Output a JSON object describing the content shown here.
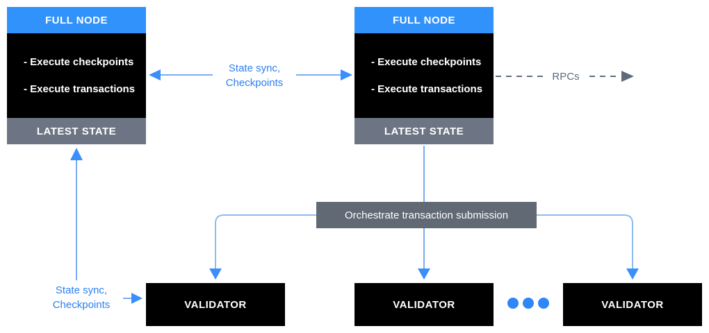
{
  "nodes": {
    "full_nodes": [
      {
        "header": "FULL NODE",
        "items": [
          "- Execute checkpoints",
          "- Execute transactions"
        ],
        "footer": "LATEST STATE"
      },
      {
        "header": "FULL NODE",
        "items": [
          "- Execute checkpoints",
          "- Execute transactions"
        ],
        "footer": "LATEST STATE"
      }
    ],
    "orchestrator": {
      "label": "Orchestrate transaction submission"
    },
    "validators": [
      {
        "label": "VALIDATOR"
      },
      {
        "label": "VALIDATOR"
      },
      {
        "label": "VALIDATOR"
      }
    ]
  },
  "edges": {
    "top_sync": {
      "line1": "State sync,",
      "line2": "Checkpoints"
    },
    "bottom_sync": {
      "line1": "State sync,",
      "line2": "Checkpoints"
    },
    "rpcs": {
      "label": "RPCs"
    },
    "ellipsis": {
      "dot_count": 3
    }
  },
  "colors": {
    "header_blue": "#3292fb",
    "box_black": "#000000",
    "footer_gray": "#6d7584",
    "orchestrator_gray": "#606974",
    "arrow_line_blue": "#79acf3",
    "arrowhead_blue": "#3a8ff9",
    "label_text_blue": "#2b7ff0",
    "rpc_gray": "#5d6b7d",
    "dots_blue": "#2e86f7",
    "text_white": "#ffffff",
    "background": "#ffffff"
  }
}
